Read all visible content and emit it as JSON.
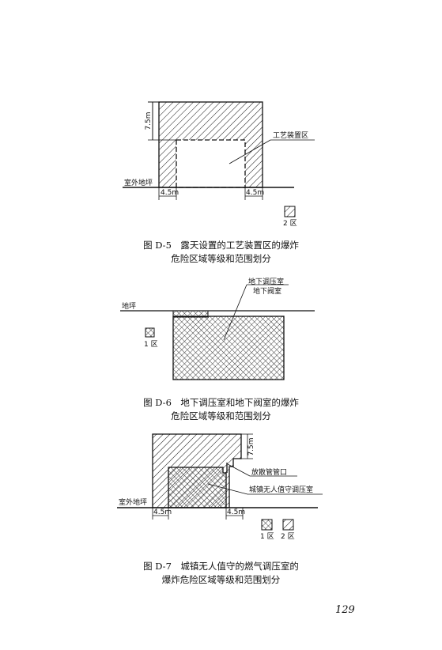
{
  "figures": [
    {
      "id": "D-5",
      "caption_line1": "图 D-5　露天设置的工艺装置区的爆炸",
      "caption_line2": "危险区域等级和范围划分",
      "labels": {
        "height": "7.5m",
        "area": "工艺装置区",
        "ground": "室外地坪",
        "left_dist": "4.5m",
        "right_dist": "4.5m",
        "legend_zone2": "2 区"
      }
    },
    {
      "id": "D-6",
      "caption_line1": "图 D-6　地下调压室和地下阀室的爆炸",
      "caption_line2": "危险区域等级和范围划分",
      "labels": {
        "room_line1": "地下调压室",
        "room_line2": "地下阀室",
        "ground": "地坪",
        "legend_zone1": "1 区"
      }
    },
    {
      "id": "D-7",
      "caption_line1": "图 D-7　城镇无人值守的燃气调压室的",
      "caption_line2": "爆炸危险区域等级和范围划分",
      "labels": {
        "height": "7.5m",
        "vent": "放散管管口",
        "station": "城镇无人值守调压室",
        "ground": "室外地坪",
        "left_dist": "4.5m",
        "right_dist": "4.5m",
        "legend_zone1": "1 区",
        "legend_zone2": "2 区"
      }
    }
  ],
  "page_number": "129"
}
